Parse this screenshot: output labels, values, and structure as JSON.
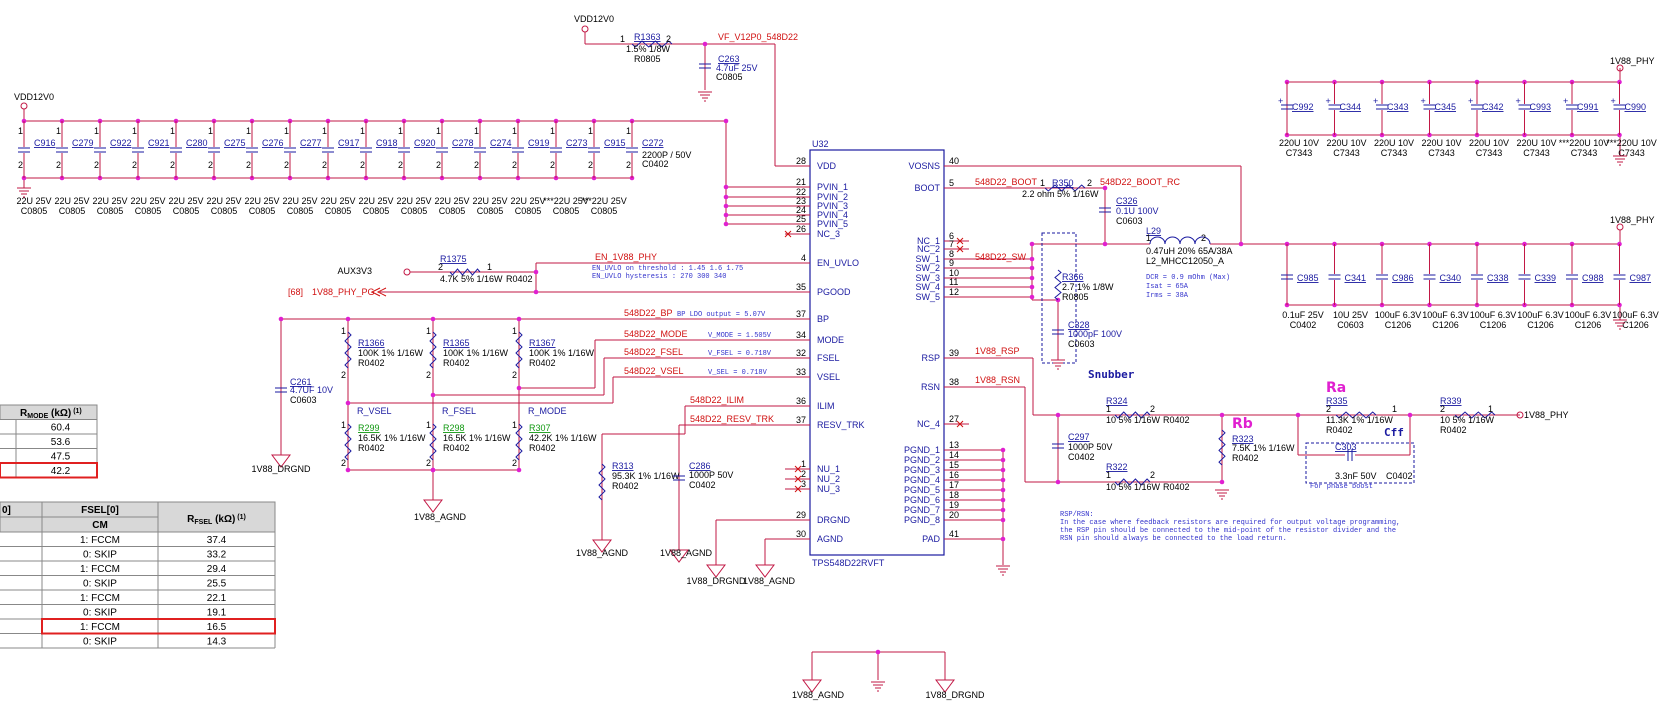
{
  "ic": {
    "ref": "U32",
    "part": "TPS548D22RVFT",
    "left_pins": [
      {
        "num": "28",
        "name": "VDD"
      },
      {
        "num": "21",
        "name": "PVIN_1"
      },
      {
        "num": "22",
        "name": "PVIN_2"
      },
      {
        "num": "23",
        "name": "PVIN_3"
      },
      {
        "num": "24",
        "name": "PVIN_4"
      },
      {
        "num": "25",
        "name": "PVIN_5"
      },
      {
        "num": "26",
        "name": "NC_3"
      },
      {
        "num": "4",
        "name": "EN_UVLO"
      },
      {
        "num": "35",
        "name": "PGOOD"
      },
      {
        "num": "37",
        "name": "BP"
      },
      {
        "num": "34",
        "name": "MODE"
      },
      {
        "num": "32",
        "name": "FSEL"
      },
      {
        "num": "33",
        "name": "VSEL"
      },
      {
        "num": "36",
        "name": "ILIM"
      },
      {
        "num": "37",
        "name": "RESV_TRK"
      },
      {
        "num": "1",
        "name": "NU_1"
      },
      {
        "num": "2",
        "name": "NU_2"
      },
      {
        "num": "3",
        "name": "NU_3"
      },
      {
        "num": "29",
        "name": "DRGND"
      },
      {
        "num": "30",
        "name": "AGND"
      }
    ],
    "right_pins": [
      {
        "num": "40",
        "name": "VOSNS"
      },
      {
        "num": "5",
        "name": "BOOT"
      },
      {
        "num": "6",
        "name": "NC_1"
      },
      {
        "num": "7",
        "name": "NC_2"
      },
      {
        "num": "8",
        "name": "SW_1"
      },
      {
        "num": "9",
        "name": "SW_2"
      },
      {
        "num": "10",
        "name": "SW_3"
      },
      {
        "num": "11",
        "name": "SW_4"
      },
      {
        "num": "12",
        "name": "SW_5"
      },
      {
        "num": "39",
        "name": "RSP"
      },
      {
        "num": "38",
        "name": "RSN"
      },
      {
        "num": "27",
        "name": "NC_4"
      },
      {
        "num": "13",
        "name": "PGND_1"
      },
      {
        "num": "14",
        "name": "PGND_2"
      },
      {
        "num": "15",
        "name": "PGND_3"
      },
      {
        "num": "16",
        "name": "PGND_4"
      },
      {
        "num": "17",
        "name": "PGND_5"
      },
      {
        "num": "18",
        "name": "PGND_6"
      },
      {
        "num": "19",
        "name": "PGND_7"
      },
      {
        "num": "20",
        "name": "PGND_8"
      },
      {
        "num": "41",
        "name": "PAD"
      }
    ]
  },
  "input_caps": {
    "power_label": "VDD12V0",
    "refs": [
      "C916",
      "C279",
      "C922",
      "C921",
      "C280",
      "C275",
      "C276",
      "C277",
      "C917",
      "C918",
      "C920",
      "C278",
      "C274",
      "C919",
      "C273",
      "C915",
      "C272"
    ],
    "values": [
      "22U 25V",
      "22U 25V",
      "22U 25V",
      "22U 25V",
      "22U 25V",
      "22U 25V",
      "22U 25V",
      "22U 25V",
      "22U 25V",
      "22U 25V",
      "22U 25V",
      "22U 25V",
      "22U 25V",
      "22U 25V",
      "***22U 25V",
      "***22U 25V"
    ],
    "pkg": "C0805",
    "last_value": "2200P / 50V",
    "last_pkg": "C0402"
  },
  "vdd_filter": {
    "power_label": "VDD12V0",
    "r_ref": "R1363",
    "r_value": "1.5% 1/8W",
    "r_pkg": "R0805",
    "net": "VF_V12P0_548D22",
    "c_ref": "C263",
    "c_value": "4.7uF 25V",
    "c_pkg": "C0805"
  },
  "en": {
    "aux": "AUX3V3",
    "r_ref": "R1375",
    "r_value": "4.7K 5% 1/16W",
    "r_pkg": "R0402",
    "net": "EN_1V88_PHY",
    "note1": "EN_UVLO on threshold : 1.45 1.6 1.75",
    "note2": "EN_UVLO hysteresis : 270 300 340"
  },
  "pg": {
    "sheet_ref": "[68]",
    "net": "1V88_PHY_PG"
  },
  "strap": {
    "bp_net": "548D22_BP",
    "bp_note": "BP LDO output = 5.07V",
    "mode_net": "548D22_MODE",
    "mode_note": "V_MODE = 1.505V",
    "fsel_net": "548D22_FSEL",
    "fsel_note": "V_FSEL = 0.718V",
    "vsel_net": "548D22_VSEL",
    "vsel_note": "V_SEL = 0.718V",
    "ilim_net": "548D22_ILIM",
    "trk_net": "548D22_RESV_TRK",
    "top_res": [
      {
        "ref": "R1366",
        "value": "100K 1% 1/16W",
        "pkg": "R0402"
      },
      {
        "ref": "R1365",
        "value": "100K 1% 1/16W",
        "pkg": "R0402"
      },
      {
        "ref": "R1367",
        "value": "100K 1% 1/16W",
        "pkg": "R0402"
      }
    ],
    "group_labels": [
      "R_VSEL",
      "R_FSEL",
      "R_MODE"
    ],
    "bot_res": [
      {
        "ref": "R299",
        "value": "16.5K 1% 1/16W",
        "pkg": "R0402"
      },
      {
        "ref": "R298",
        "value": "16.5K 1% 1/16W",
        "pkg": "R0402"
      },
      {
        "ref": "R307",
        "value": "42.2K 1% 1/16W",
        "pkg": "R0402"
      }
    ],
    "bp_cap": {
      "ref": "C261",
      "value": "4.7UF 10V",
      "pkg": "C0603"
    },
    "ilim_res": {
      "ref": "R313",
      "value": "95.3K 1% 1/16W",
      "pkg": "R0402"
    },
    "trk_cap": {
      "ref": "C286",
      "value": "1000P 50V",
      "pkg": "C0402"
    }
  },
  "grounds": {
    "drgnd": "1V88_DRGND",
    "agnd": "1V88_AGND"
  },
  "boot": {
    "net_boot": "548D22_BOOT",
    "net_rc": "548D22_BOOT_RC",
    "r_ref": "R350",
    "r_value": "2.2 ohm 5% 1/16W",
    "c_ref": "C326",
    "c_value": "0.1U 100V",
    "c_pkg": "C0603"
  },
  "sw": {
    "net": "548D22_SW"
  },
  "inductor": {
    "ref": "L29",
    "value": "0.47uH 20% 65A/38A",
    "part": "L2_MHCC12050_A",
    "notes": [
      "DCR = 0.9 mOhm (Max)",
      "Isat = 65A",
      "Irms = 38A"
    ]
  },
  "snubber": {
    "label": "Snubber",
    "r_ref": "R366",
    "r_value": "2.7 1% 1/8W",
    "r_pkg": "R0805",
    "c_ref": "C328",
    "c_value": "1000pF 100V",
    "c_pkg": "C0603"
  },
  "bulk_caps": {
    "rail": "1V88_PHY",
    "refs": [
      "C992",
      "C344",
      "C343",
      "C345",
      "C342",
      "C993",
      "C991",
      "C990"
    ],
    "values": [
      "220U 10V",
      "220U 10V",
      "220U 10V",
      "220U 10V",
      "220U 10V",
      "220U 10V",
      "***220U 10V",
      "***220U 10V"
    ],
    "pkg": "C7343"
  },
  "out_caps": {
    "rail": "1V88_PHY",
    "refs": [
      "C985",
      "C341",
      "C986",
      "C340",
      "C338",
      "C339",
      "C988",
      "C987"
    ],
    "values": [
      "0.1uF 25V",
      "10U 25V",
      "100uF 6.3V",
      "100uF 6.3V",
      "100uF 6.3V",
      "100uF 6.3V",
      "100uF 6.3V",
      "100uF 6.3V"
    ],
    "pkgs": [
      "C0402",
      "C0603",
      "C1206",
      "C1206",
      "C1206",
      "C1206",
      "C1206",
      "C1206"
    ]
  },
  "feedback": {
    "rsp_net": "1V88_RSP",
    "rsn_net": "1V88_RSN",
    "r324": {
      "ref": "R324",
      "value": "10 5% 1/16W",
      "pkg": "R0402"
    },
    "r322": {
      "ref": "R322",
      "value": "10 5% 1/16W",
      "pkg": "R0402"
    },
    "c297": {
      "ref": "C297",
      "value": "1000P 50V",
      "pkg": "C0402"
    },
    "r323": {
      "ref": "R323",
      "value": "7.5K 1% 1/16W",
      "pkg": "R0402"
    },
    "r335": {
      "ref": "R335",
      "value": "11.3K 1% 1/16W",
      "pkg": "R0402"
    },
    "r339": {
      "ref": "R339",
      "value": "10 5% 1/16W",
      "pkg": "R0402"
    },
    "c303": {
      "ref": "C303",
      "value": "3.3nF 50V",
      "pkg": "C0402"
    },
    "ra": "Ra",
    "rb": "Rb",
    "cff": "Cff",
    "phase_note": "For phase boost",
    "out": "1V88_PHY",
    "note": [
      "RSP/RSN:",
      "In the case where feedback resistors are required for output voltage programming,",
      "the RSP pin should be connected to the mid-point of the resistor divider and the",
      "RSN pin should always be connected to the load return."
    ]
  },
  "table_mode": {
    "header": "R",
    "header_sub": "MODE",
    "header_unit": " (kΩ)",
    "header_note": " (1)",
    "rows": [
      "60.4",
      "53.6",
      "47.5",
      "42.2"
    ],
    "highlight_index": 3
  },
  "table_fsel": {
    "header_left": "0]",
    "header_col": "FSEL[0]",
    "header_col_sub": "CM",
    "header_r": "R",
    "header_r_sub": "FSEL",
    "header_r_unit": " (kΩ)",
    "header_r_note": " (1)",
    "rows": [
      {
        "cm": "1: FCCM",
        "r": "37.4"
      },
      {
        "cm": "0: SKIP",
        "r": "33.2"
      },
      {
        "cm": "1: FCCM",
        "r": "29.4"
      },
      {
        "cm": "0: SKIP",
        "r": "25.5"
      },
      {
        "cm": "1: FCCM",
        "r": "22.1"
      },
      {
        "cm": "0: SKIP",
        "r": "19.1"
      },
      {
        "cm": "1: FCCM",
        "r": "16.5"
      },
      {
        "cm": "0: SKIP",
        "r": "14.3"
      }
    ],
    "highlight_index": 6
  }
}
